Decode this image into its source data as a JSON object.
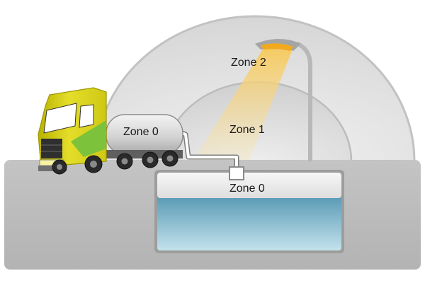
{
  "labels": {
    "zone2": "Zone 2",
    "zone1": "Zone 1",
    "zone0_tank": "Zone 0",
    "zone0_underground": "Zone 0"
  },
  "colors": {
    "zone2_fill": "#dcdcdc",
    "zone1_fill": "#cfcfcf",
    "ground": "#bdbdbd",
    "light_cone": "#f3d98c",
    "water_top": "#2c7a9c",
    "water_bottom": "#bfe0ea",
    "truck_cab": "#d8d21a",
    "truck_stripe": "#7cc23a",
    "tank_body": "#d2d2d2"
  }
}
